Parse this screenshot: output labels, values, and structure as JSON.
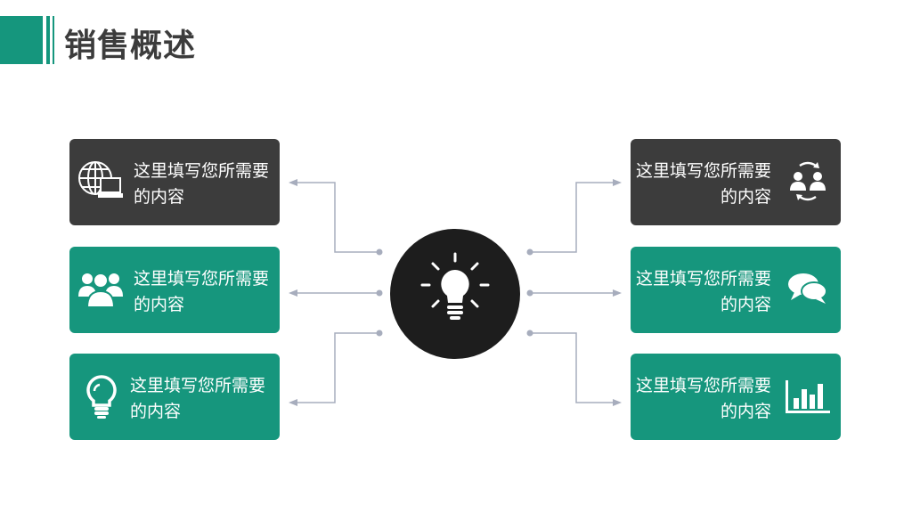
{
  "page": {
    "title": "销售概述",
    "accent_color": "#15967d",
    "dark_color": "#3c3c3c"
  },
  "center": {
    "icon": "lightbulb-icon"
  },
  "cards": [
    {
      "id": "left-1",
      "side": "left",
      "style": "dark",
      "text": "这里填写您所需要的内容",
      "icon": "globe-computer-icon"
    },
    {
      "id": "left-2",
      "side": "left",
      "style": "green",
      "text": "这里填写您所需要的内容",
      "icon": "people-group-icon"
    },
    {
      "id": "left-3",
      "side": "left",
      "style": "green",
      "text": "这里填写您所需要的内容",
      "icon": "lightbulb-outline-icon"
    },
    {
      "id": "right-1",
      "side": "right",
      "style": "dark",
      "text": "这里填写您所需要的内容",
      "icon": "user-exchange-icon"
    },
    {
      "id": "right-2",
      "side": "right",
      "style": "green",
      "text": "这里填写您所需要的内容",
      "icon": "chat-bubbles-icon"
    },
    {
      "id": "right-3",
      "side": "right",
      "style": "green",
      "text": "这里填写您所需要的内容",
      "icon": "bar-chart-icon"
    }
  ]
}
